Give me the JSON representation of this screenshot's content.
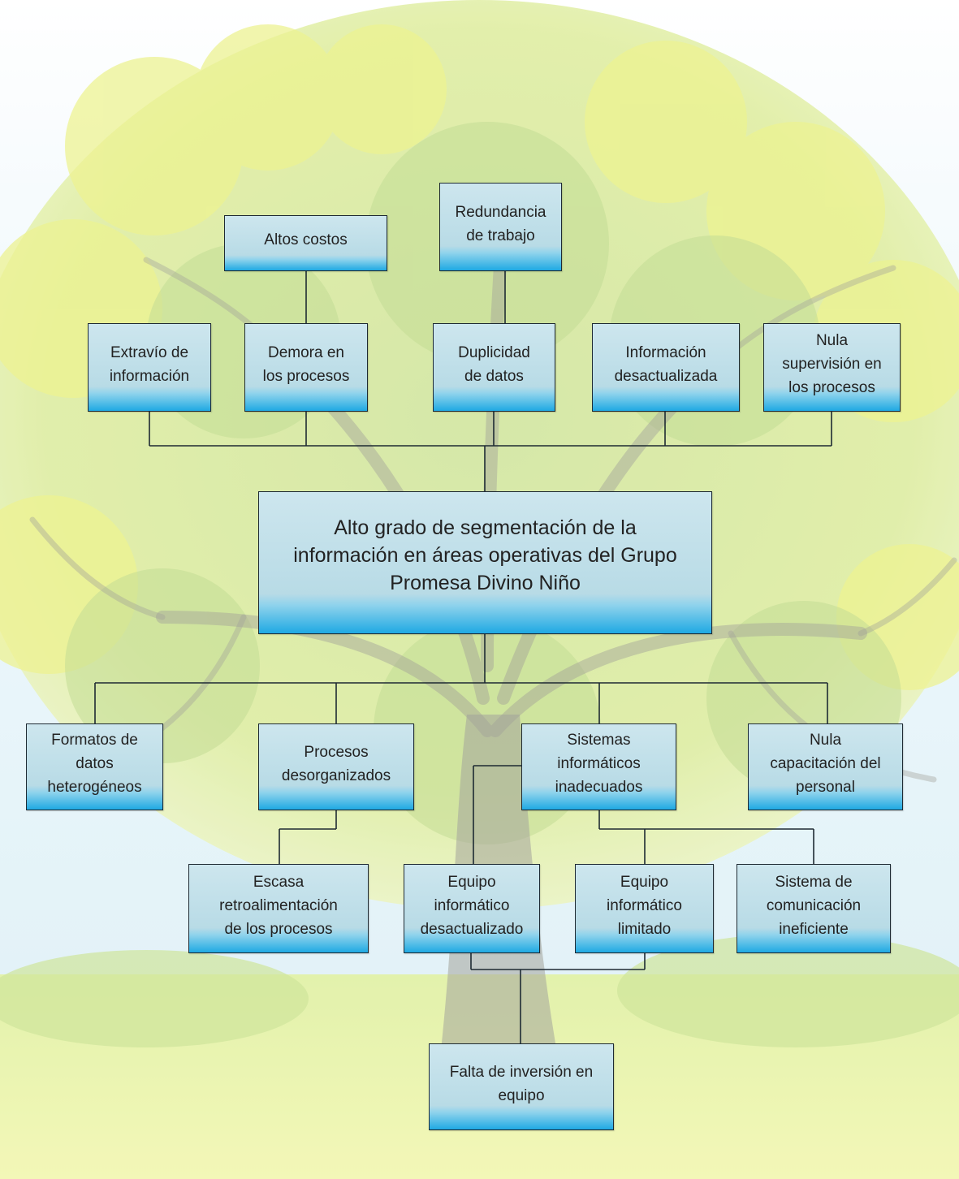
{
  "diagram": {
    "core_problem": "Alto grado de segmentación de la\ninformación en áreas operativas del Grupo\nPromesa Divino Niño",
    "effects_top": [
      {
        "id": "altos-costos",
        "label": "Altos costos"
      },
      {
        "id": "redundancia-de-trabajo",
        "label": "Redundancia\nde trabajo"
      }
    ],
    "effects": [
      {
        "id": "extravio-de-informacion",
        "label": "Extravío de\ninformación"
      },
      {
        "id": "demora-en-los-procesos",
        "label": "Demora en\nlos procesos"
      },
      {
        "id": "duplicidad-de-datos",
        "label": "Duplicidad\nde datos"
      },
      {
        "id": "informacion-desactualizada",
        "label": "Información\ndesactualizada"
      },
      {
        "id": "nula-supervision",
        "label": "Nula\nsupervisión en\nlos procesos"
      }
    ],
    "causes": [
      {
        "id": "formatos-de-datos",
        "label": "Formatos de\ndatos\nheterogéneos"
      },
      {
        "id": "procesos-desorganizados",
        "label": "Procesos\ndesorganizados"
      },
      {
        "id": "sistemas-informaticos",
        "label": "Sistemas\ninformáticos\ninadecuados"
      },
      {
        "id": "nula-capacitacion",
        "label": "Nula\ncapacitación del\npersonal"
      }
    ],
    "sub_causes": [
      {
        "id": "escasa-retroalimentacion",
        "label": "Escasa\nretroalimentación\nde los procesos"
      },
      {
        "id": "equipo-desactualizado",
        "label": "Equipo\ninformático\ndesactualizado"
      },
      {
        "id": "equipo-limitado",
        "label": "Equipo\ninformático\nlimitado"
      },
      {
        "id": "sistema-comunicacion",
        "label": "Sistema de\ncomunicación\nineficiente"
      }
    ],
    "root_cause": "Falta de inversión en\nequipo"
  }
}
